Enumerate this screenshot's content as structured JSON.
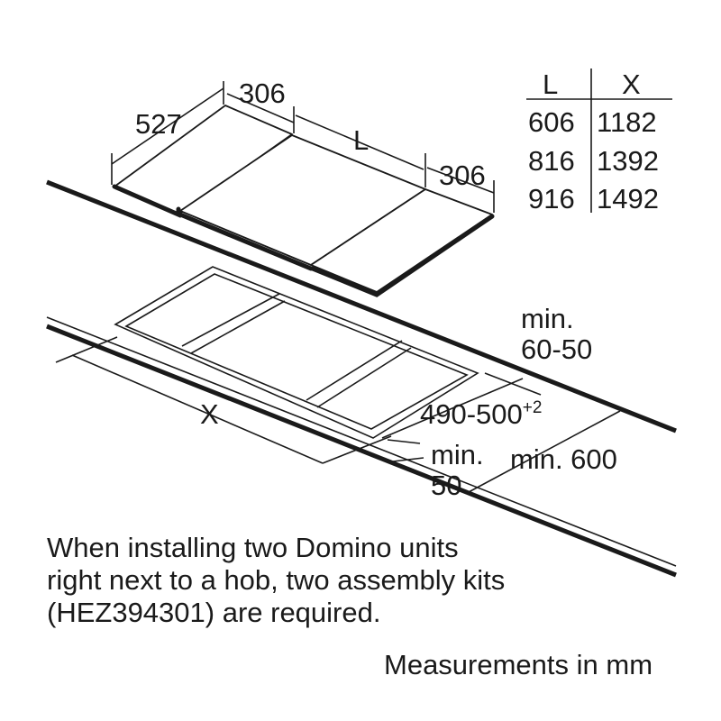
{
  "dimensions": {
    "depth": "527",
    "side_width_left": "306",
    "side_width_right": "306",
    "length_label": "L",
    "cutout_length_label": "X",
    "cutout_depth": "490-500",
    "cutout_depth_tolerance": "+2",
    "min_label": "min.",
    "wall_distance": "60-50",
    "front_distance": "50",
    "worktop_depth": "min. 600"
  },
  "table": {
    "headers": [
      "L",
      "X"
    ],
    "rows": [
      [
        "606",
        "1182"
      ],
      [
        "816",
        "1392"
      ],
      [
        "916",
        "1492"
      ]
    ]
  },
  "note": {
    "lines": [
      "When installing two Domino units",
      "right next to a hob, two assembly kits",
      "(HEZ394301) are required."
    ],
    "units": "Measurements in mm"
  }
}
